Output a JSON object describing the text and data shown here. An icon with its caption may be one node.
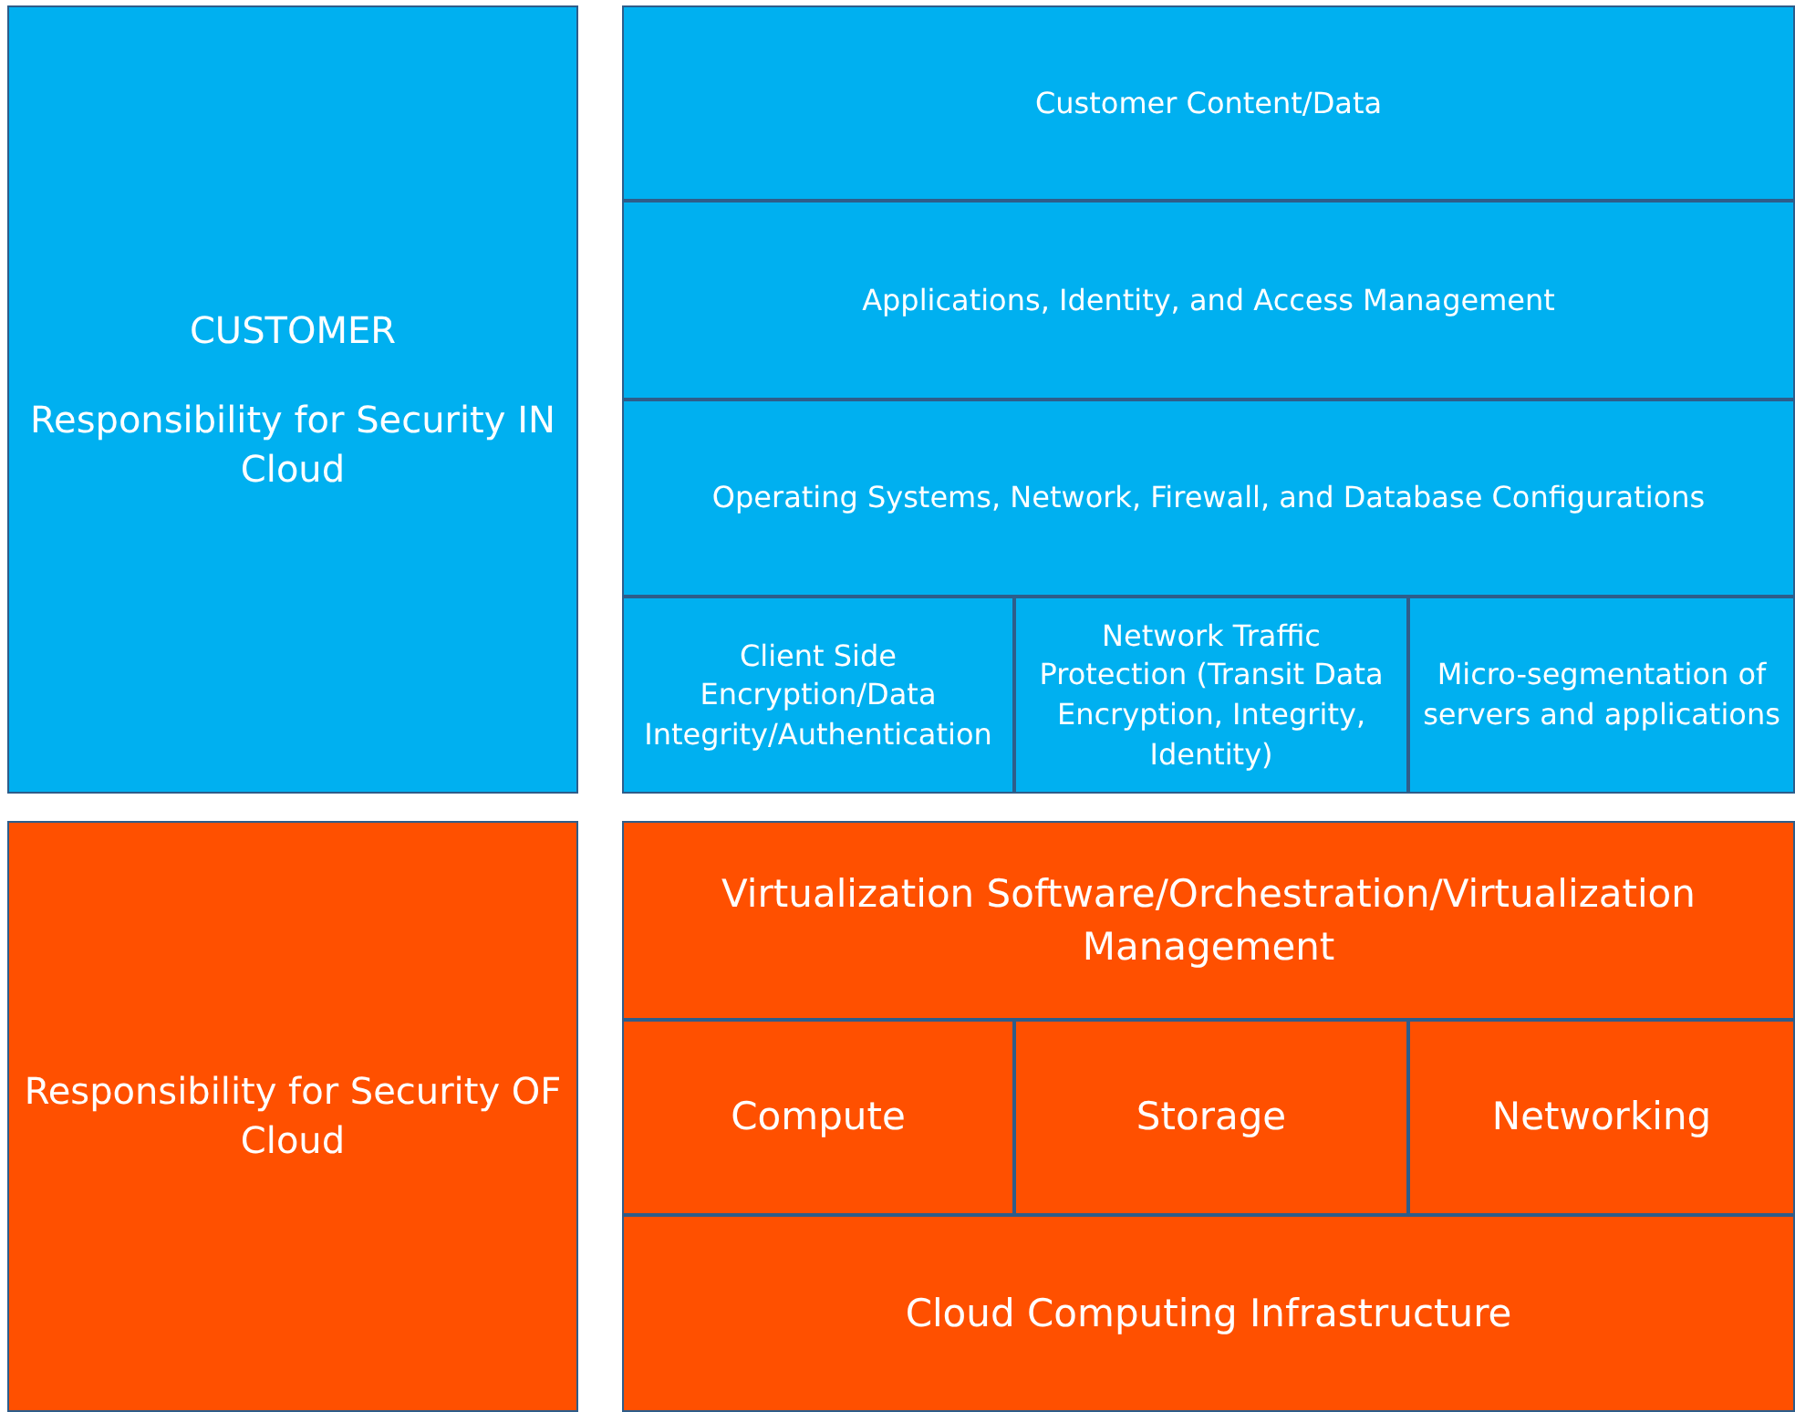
{
  "diagram": {
    "nodes": [
      {
        "text": [
          "CUSTOMER",
          "Responsibility for Security IN Cloud"
        ]
      },
      {
        "text": [
          "Customer Content/Data"
        ]
      },
      {
        "text": [
          "Applications, Identity, and Access Management"
        ]
      },
      {
        "text": [
          "Operating Systems, Network, Firewall, and Database Configurations"
        ]
      },
      {
        "text": [
          "Client Side Encryption/Data Integrity/Authentication"
        ]
      },
      {
        "text": [
          "Network Traffic Protection (Transit Data Encryption, Integrity, Identity)"
        ]
      },
      {
        "text": [
          "Micro-segmentation of servers and applications"
        ]
      },
      {
        "text": [
          "Responsibility for Security OF Cloud"
        ]
      },
      {
        "text": [
          "Virtualization Software/Orchestration/Virtualization Management"
        ]
      },
      {
        "text": [
          "Compute"
        ]
      },
      {
        "text": [
          "Storage"
        ]
      },
      {
        "text": [
          "Networking"
        ]
      },
      {
        "text": [
          "Cloud Computing Infrastructure"
        ]
      }
    ]
  }
}
